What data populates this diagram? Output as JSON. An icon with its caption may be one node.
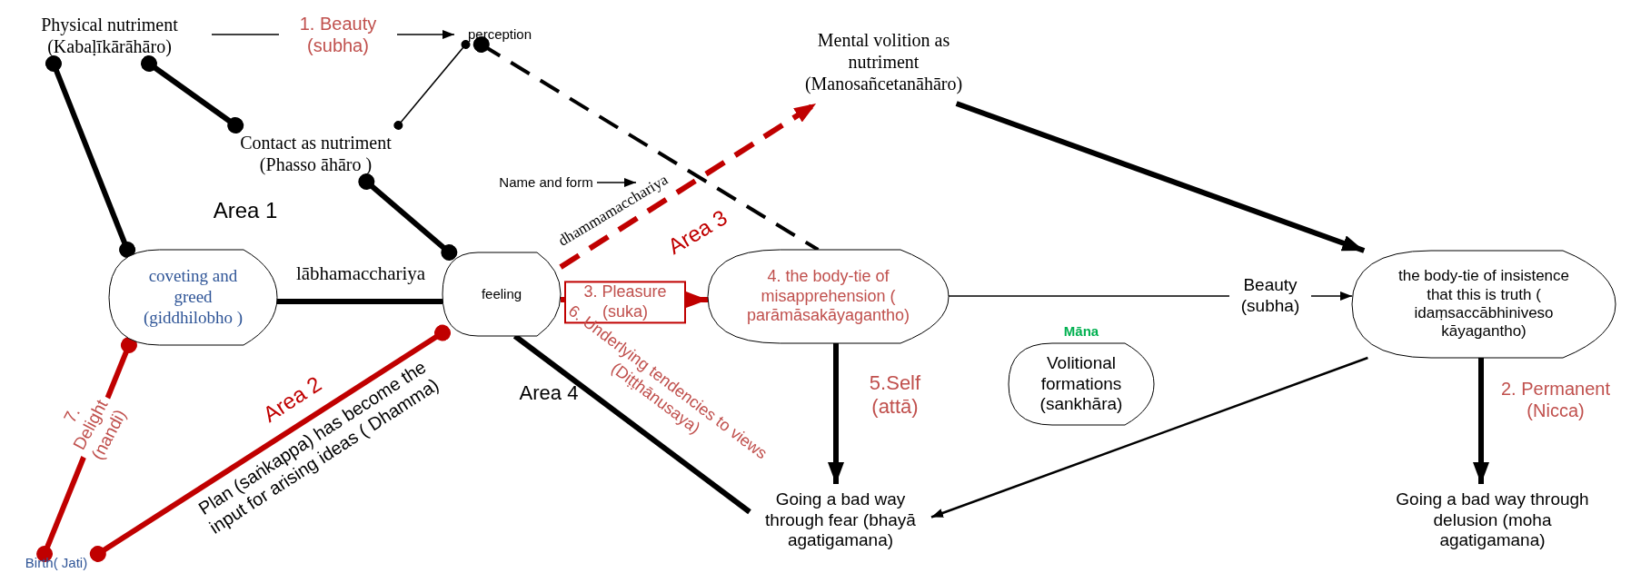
{
  "diagram": {
    "nodes": [
      {
        "text": [
          "Physical nutriment (Kabaḷīkārāhāro)"
        ]
      },
      {
        "text": [
          "perception"
        ]
      },
      {
        "text": [
          "Contact as nutriment (Phasso āhāro )"
        ]
      },
      {
        "text": [
          "Mental volition as nutriment (Manosañcetanāhāro)"
        ]
      },
      {
        "text": [
          "coveting and greed (giddhilobho )"
        ]
      },
      {
        "text": [
          "feeling"
        ]
      },
      {
        "text": [
          "4. the body-tie of misapprehension ( parāmāsakāyagantho)"
        ]
      },
      {
        "text": [
          "the body-tie of insistence that this is truth ( idaṃsaccābhiniveso kāyagantho)"
        ]
      },
      {
        "text": [
          "Māna",
          "Volitional formations (sankhāra)"
        ]
      },
      {
        "text": [
          "Going a bad way through fear (bhayā agatigamana)"
        ]
      },
      {
        "text": [
          "Going a bad way through delusion (moha agatigamana)"
        ]
      },
      {
        "text": [
          "Birth( Jati)"
        ]
      },
      {
        "text": [
          "Name and form"
        ]
      }
    ],
    "edges": [
      {
        "from": 0,
        "to": 1,
        "arrow": "to",
        "label": "1. Beauty (subha)"
      },
      {
        "from": 0,
        "to": 2,
        "arrow": "other"
      },
      {
        "from": 0,
        "to": 4,
        "arrow": "other"
      },
      {
        "from": 2,
        "to": 1,
        "arrow": "other"
      },
      {
        "from": 1,
        "to": 6,
        "arrow": "other",
        "style": "dashed"
      },
      {
        "from": 2,
        "to": 5,
        "arrow": "other"
      },
      {
        "from": 4,
        "to": 5,
        "arrow": "none",
        "label": "lābhamacchariya"
      },
      {
        "from": 5,
        "to": 3,
        "arrow": "to",
        "style": "dashed",
        "color": "#c00000",
        "label": "dhammamacchariya"
      },
      {
        "from": 5,
        "to": 6,
        "arrow": "to",
        "color": "#c00000",
        "label": "3. Pleasure (suka)"
      },
      {
        "from": 3,
        "to": 7,
        "arrow": "to"
      },
      {
        "from": 6,
        "to": 7,
        "arrow": "to",
        "label": "Beauty (subha)"
      },
      {
        "from": 6,
        "to": 9,
        "arrow": "to",
        "label": "5.Self (attā)"
      },
      {
        "from": 7,
        "to": 10,
        "arrow": "to",
        "label": "2. Permanent (Nicca)"
      },
      {
        "from": 7,
        "to": 9,
        "arrow": "to"
      },
      {
        "from": 4,
        "to": 11,
        "arrow": "other",
        "color": "#c00000",
        "label": "7. Delight (nandi)"
      },
      {
        "from": 5,
        "to": 11,
        "arrow": "other",
        "color": "#c00000",
        "label": "Plan (saṅkappa) has become the input for arising ideas ( Dhamma)"
      },
      {
        "from": 5,
        "to": 9,
        "arrow": "none",
        "label": "6. Underlying tendencies to views (Diṭṭhānusaya)"
      },
      {
        "from": 12,
        "to": null,
        "arrow": "to"
      }
    ],
    "labels": [
      "Area 1",
      "Area 2",
      "Area 3",
      "Area 4"
    ]
  }
}
